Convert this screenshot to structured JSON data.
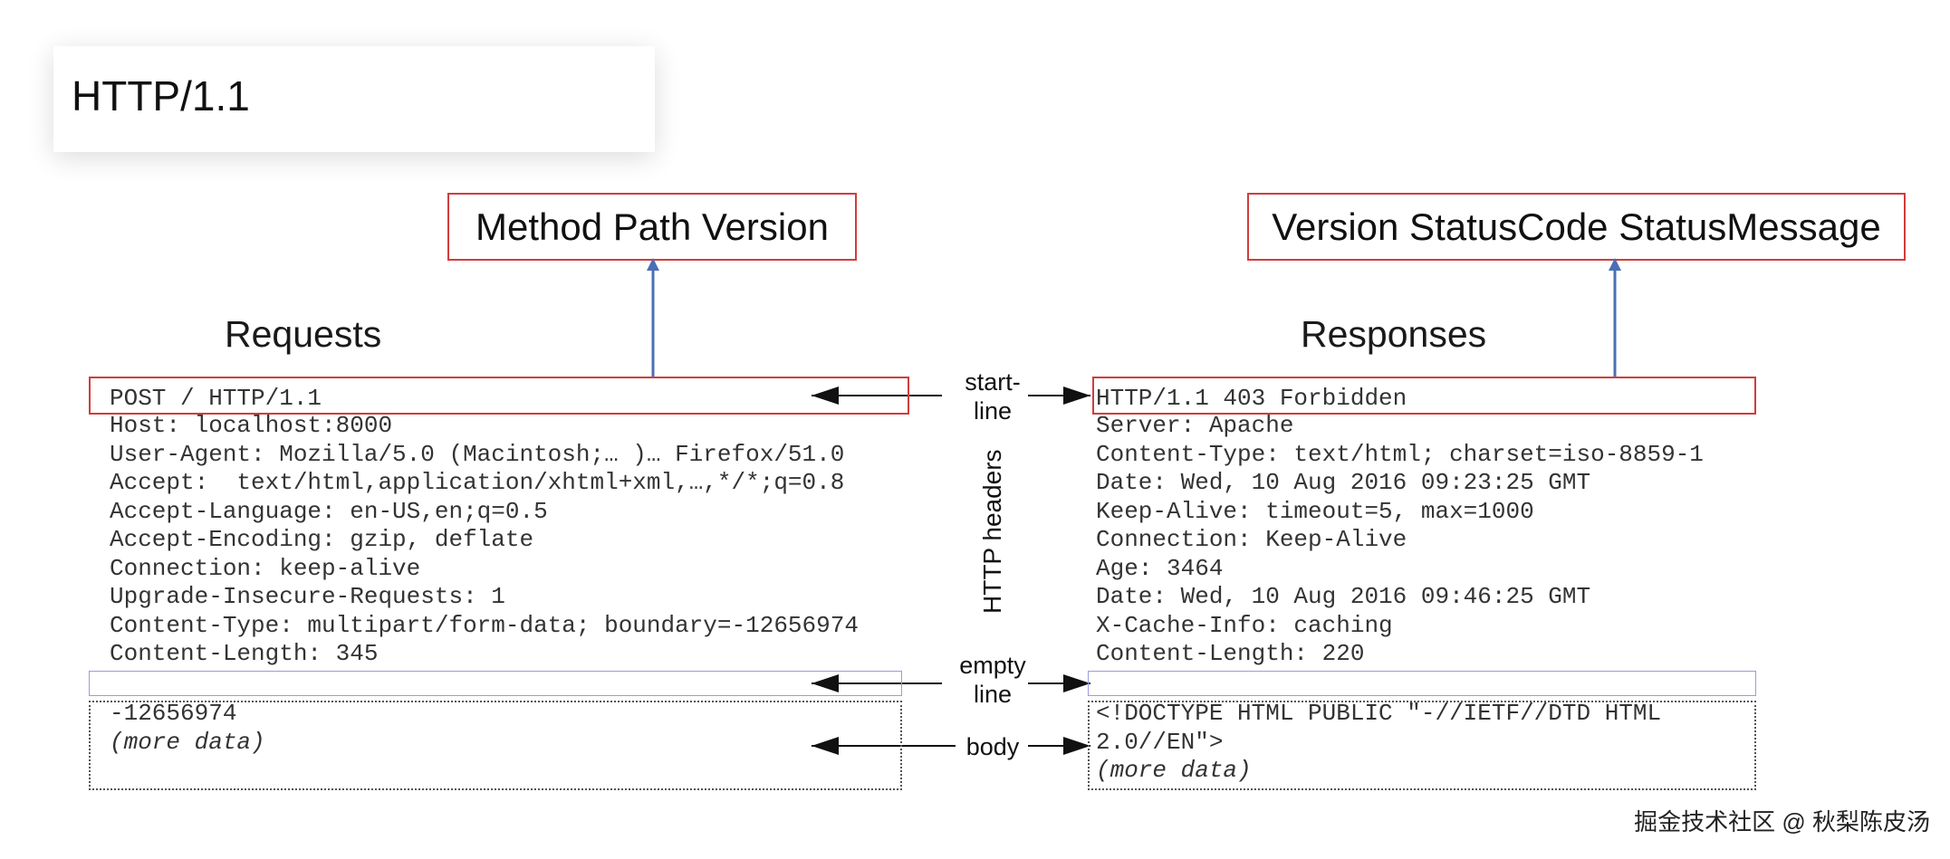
{
  "title": "HTTP/1.1",
  "request": {
    "startline_format": "Method Path Version",
    "heading": "Requests",
    "start_line": "POST / HTTP/1.1",
    "headers": [
      "Host: localhost:8000",
      "User-Agent: Mozilla/5.0 (Macintosh;… )… Firefox/51.0",
      "Accept:  text/html,application/xhtml+xml,…,*/*;q=0.8",
      "Accept-Language: en-US,en;q=0.5",
      "Accept-Encoding: gzip, deflate",
      "Connection: keep-alive",
      "Upgrade-Insecure-Requests: 1",
      "Content-Type: multipart/form-data; boundary=-12656974",
      "Content-Length: 345"
    ],
    "body_lines": [
      "-12656974"
    ],
    "body_more": "(more data)"
  },
  "response": {
    "startline_format": "Version StatusCode StatusMessage",
    "heading": "Responses",
    "start_line": "HTTP/1.1 403 Forbidden",
    "headers": [
      "Server: Apache",
      "Content-Type: text/html; charset=iso-8859-1",
      "Date: Wed, 10 Aug 2016 09:23:25 GMT",
      "Keep-Alive: timeout=5, max=1000",
      "Connection: Keep-Alive",
      "Age: 3464",
      "Date: Wed, 10 Aug 2016 09:46:25 GMT",
      "X-Cache-Info: caching",
      "Content-Length: 220"
    ],
    "body_lines": [
      "<!DOCTYPE HTML PUBLIC \"-//IETF//DTD HTML",
      "2.0//EN\">"
    ],
    "body_more": "(more data)"
  },
  "labels": {
    "start_line_1": "start-",
    "start_line_2": "line",
    "http_headers": "HTTP headers",
    "empty_line_1": "empty",
    "empty_line_2": "line",
    "body": "body"
  },
  "watermark": "掘金技术社区 @ 秋梨陈皮汤",
  "colors": {
    "box_border": "#d23c3c",
    "empty_line_border": "#9c9cdc",
    "up_arrow": "#4a6fb5",
    "side_arrow": "#111111"
  }
}
